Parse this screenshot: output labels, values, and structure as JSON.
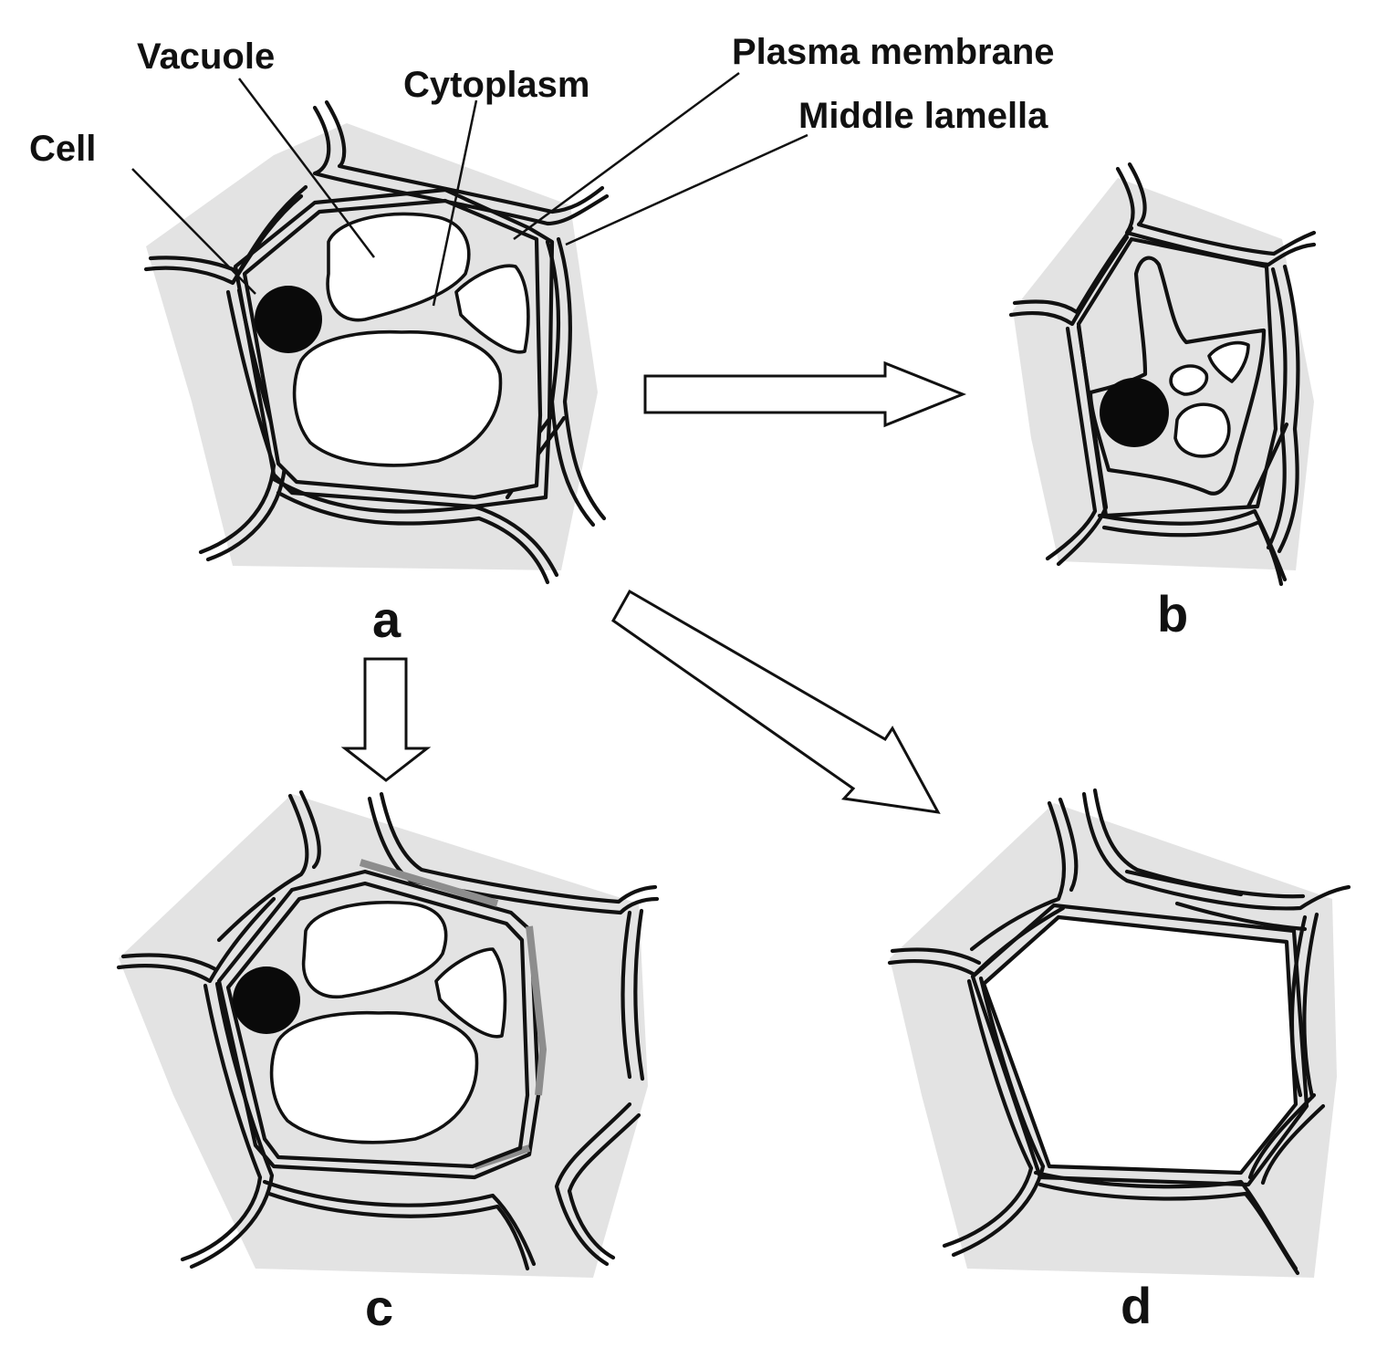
{
  "labels": {
    "vacuole": "Vacuole",
    "cytoplasm": "Cytoplasm",
    "plasma_membrane": "Plasma membrane",
    "middle_lamella": "Middle lamella",
    "cell": "Cell"
  },
  "panels": {
    "a": "a",
    "b": "b",
    "c": "c",
    "d": "d"
  },
  "colors": {
    "wall": "#111111",
    "shading": "#e3e3e3",
    "nucleus": "#0a0a0a"
  }
}
